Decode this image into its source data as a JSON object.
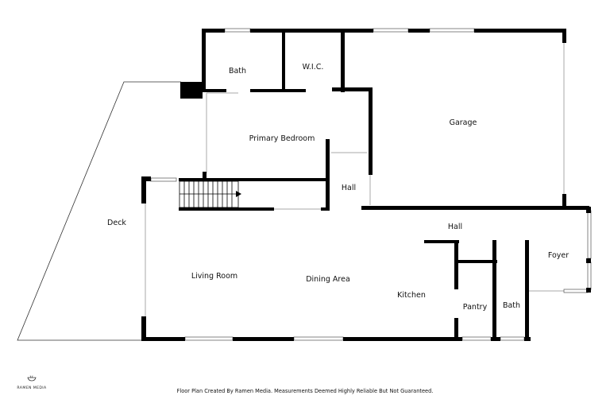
{
  "rooms": {
    "bath_upper": "Bath",
    "wic": "W.I.C.",
    "garage": "Garage",
    "primary_bedroom": "Primary Bedroom",
    "hall_upper": "Hall",
    "deck": "Deck",
    "hall_lower": "Hall",
    "foyer": "Foyer",
    "living_room": "Living Room",
    "dining_area": "Dining Area",
    "kitchen": "Kitchen",
    "pantry": "Pantry",
    "bath_lower": "Bath"
  },
  "brand": {
    "name": "RAMEN MEDIA",
    "logo_icon": "ramen-bowl-icon"
  },
  "footer": {
    "disclaimer": "Floor Plan Created By Ramen Media. Measurements Deemed Highly Reliable But Not Guaranteed."
  },
  "colors": {
    "wall": "#000000",
    "background": "#ffffff",
    "thin_line": "#999999"
  }
}
